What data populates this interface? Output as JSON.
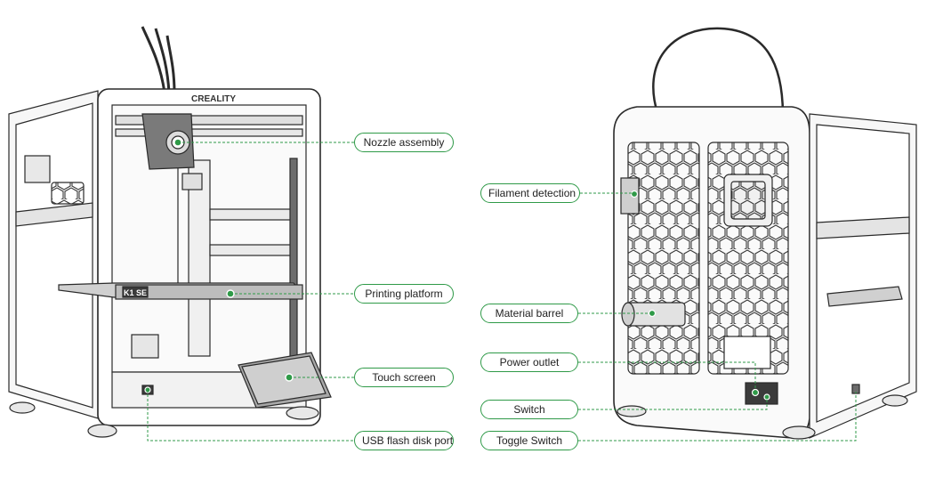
{
  "labels": {
    "nozzle_assembly": "Nozzle assembly",
    "printing_platform": "Printing platform",
    "touch_screen": "Touch screen",
    "usb_port": "USB flash disk port",
    "filament_detection": "Filament detection",
    "material_barrel": "Material barrel",
    "power_outlet": "Power outlet",
    "switch": "Switch",
    "toggle_switch": "Toggle Switch"
  },
  "printer": {
    "brand_text": "CREALITY",
    "model_badge": "K1 SE"
  },
  "colors": {
    "accent": "#2f9a48",
    "line": "#2a2a2a",
    "frame_fill": "#ffffff",
    "shade": "#d8d8d8",
    "dark": "#6c6c6c"
  }
}
